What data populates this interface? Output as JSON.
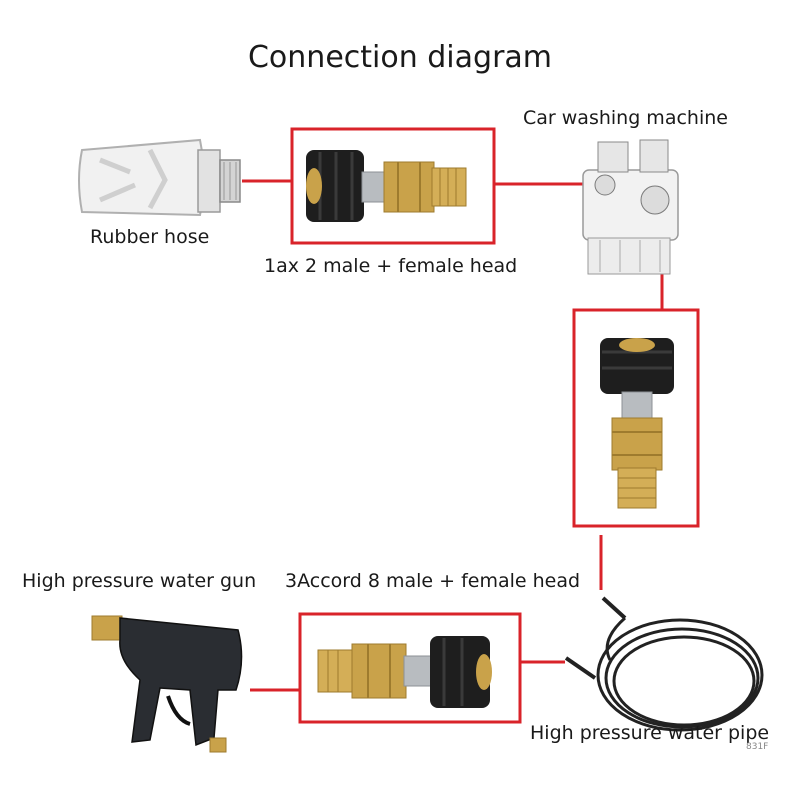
{
  "title": "Connection diagram",
  "labels": {
    "rubber_hose": "Rubber hose",
    "adapter_1": "1ax 2 male + female head",
    "car_washing_machine": "Car washing machine",
    "water_gun": "High pressure water gun",
    "adapter_3": "3Accord 8 male + female head",
    "water_pipe": "High pressure water pipe"
  },
  "watermark": "831F",
  "colors": {
    "connector_red": "#d9232a",
    "brass": "#c9a24a",
    "black_nut": "#1e1e1e",
    "steel": "#b8bcc0"
  }
}
